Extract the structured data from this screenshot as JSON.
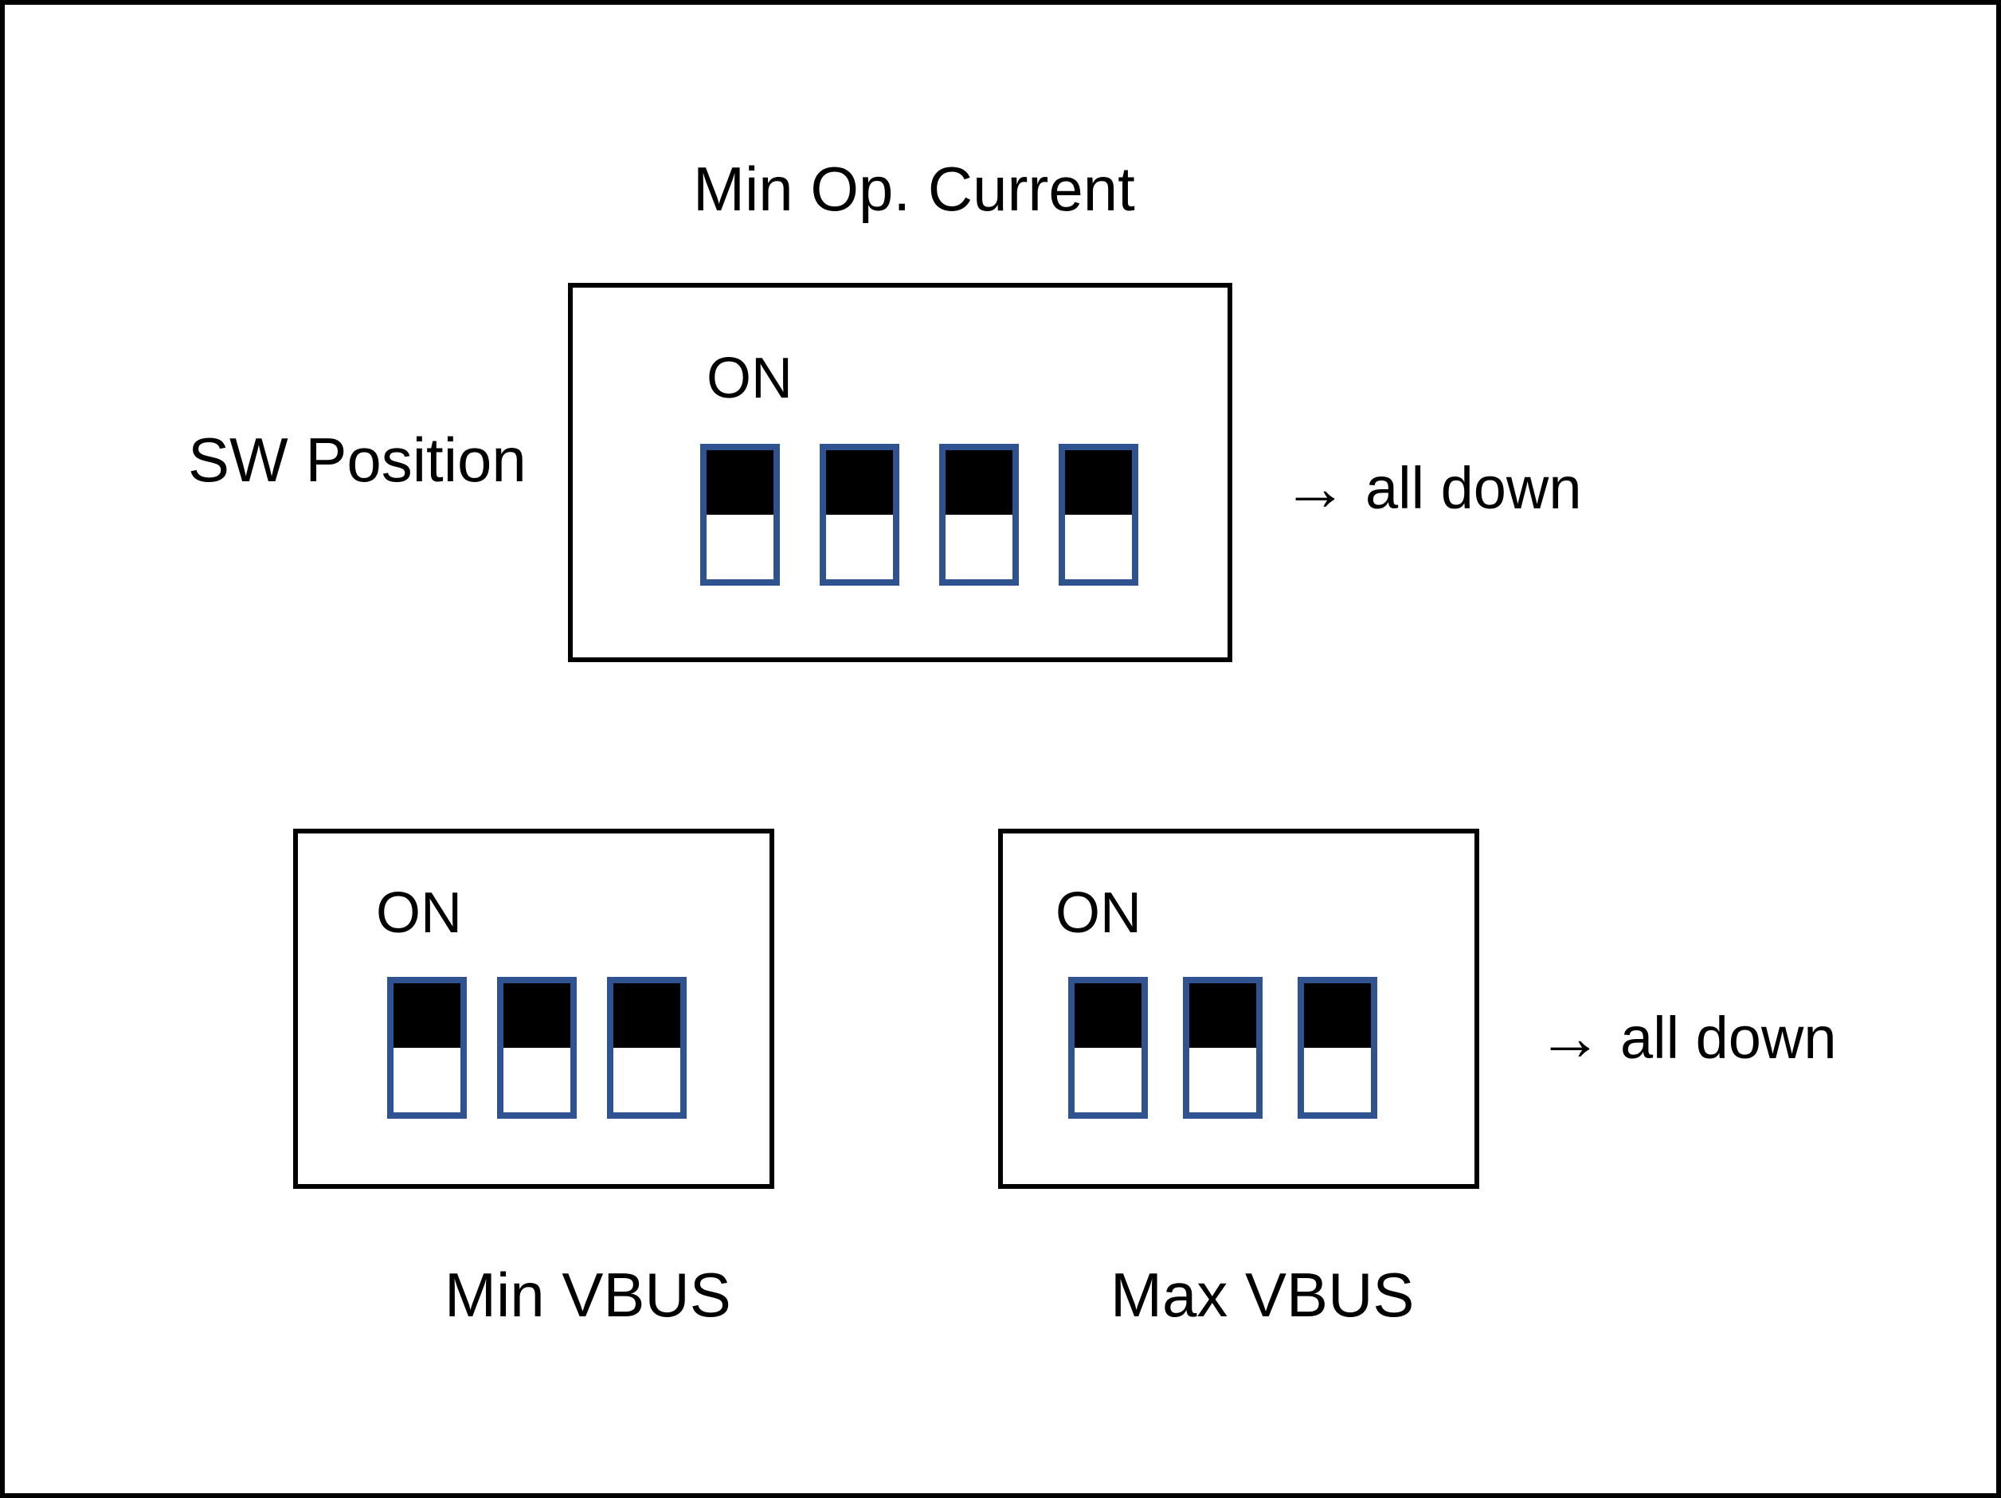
{
  "page": {
    "title": "Min Op. Current",
    "sw_position_label": "SW Position",
    "frame_color": "#000000",
    "background_color": "#ffffff",
    "switch_border_color": "#2f5291",
    "switch_on_fill_color": "#000000",
    "switch_off_fill_color": "#ffffff"
  },
  "blocks": {
    "min_op_current": {
      "on_label": "ON",
      "switch_count": 4,
      "switches": [
        {
          "position": "down",
          "top_half": "black",
          "bottom_half": "white"
        },
        {
          "position": "down",
          "top_half": "black",
          "bottom_half": "white"
        },
        {
          "position": "down",
          "top_half": "black",
          "bottom_half": "white"
        },
        {
          "position": "down",
          "top_half": "black",
          "bottom_half": "white"
        }
      ],
      "annotation": {
        "arrow": "→",
        "text": "all down"
      }
    },
    "min_vbus": {
      "on_label": "ON",
      "caption": "Min VBUS",
      "switch_count": 3,
      "switches": [
        {
          "position": "down",
          "top_half": "black",
          "bottom_half": "white"
        },
        {
          "position": "down",
          "top_half": "black",
          "bottom_half": "white"
        },
        {
          "position": "down",
          "top_half": "black",
          "bottom_half": "white"
        }
      ]
    },
    "max_vbus": {
      "on_label": "ON",
      "caption": "Max VBUS",
      "switch_count": 3,
      "switches": [
        {
          "position": "down",
          "top_half": "black",
          "bottom_half": "white"
        },
        {
          "position": "down",
          "top_half": "black",
          "bottom_half": "white"
        },
        {
          "position": "down",
          "top_half": "black",
          "bottom_half": "white"
        }
      ],
      "annotation": {
        "arrow": "→",
        "text": "all down"
      }
    }
  }
}
